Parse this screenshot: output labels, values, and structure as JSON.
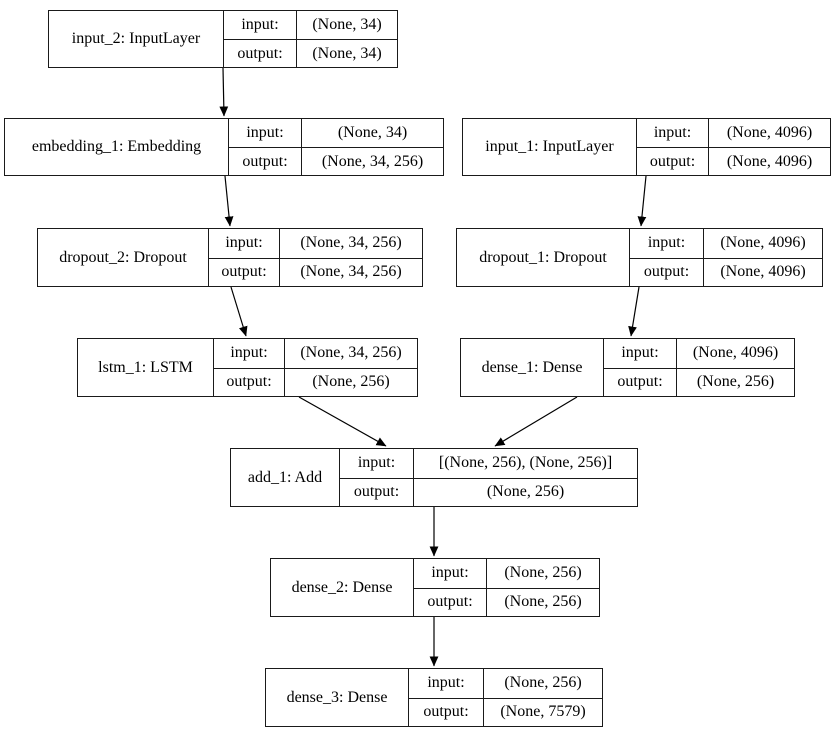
{
  "colors": {
    "background": "#ffffff",
    "border": "#1a1a1a",
    "text": "#000000"
  },
  "labels": {
    "input": "input:",
    "output": "output:"
  },
  "nodes": [
    {
      "id": "input_2",
      "title": "input_2: InputLayer",
      "layer_name": "input_2",
      "layer_type": "InputLayer",
      "input_shape": "(None, 34)",
      "output_shape": "(None, 34)"
    },
    {
      "id": "embedding_1",
      "title": "embedding_1: Embedding",
      "layer_name": "embedding_1",
      "layer_type": "Embedding",
      "input_shape": "(None, 34)",
      "output_shape": "(None, 34, 256)"
    },
    {
      "id": "input_1",
      "title": "input_1: InputLayer",
      "layer_name": "input_1",
      "layer_type": "InputLayer",
      "input_shape": "(None, 4096)",
      "output_shape": "(None, 4096)"
    },
    {
      "id": "dropout_2",
      "title": "dropout_2: Dropout",
      "layer_name": "dropout_2",
      "layer_type": "Dropout",
      "input_shape": "(None, 34, 256)",
      "output_shape": "(None, 34, 256)"
    },
    {
      "id": "dropout_1",
      "title": "dropout_1: Dropout",
      "layer_name": "dropout_1",
      "layer_type": "Dropout",
      "input_shape": "(None, 4096)",
      "output_shape": "(None, 4096)"
    },
    {
      "id": "lstm_1",
      "title": "lstm_1: LSTM",
      "layer_name": "lstm_1",
      "layer_type": "LSTM",
      "input_shape": "(None, 34, 256)",
      "output_shape": "(None, 256)"
    },
    {
      "id": "dense_1",
      "title": "dense_1: Dense",
      "layer_name": "dense_1",
      "layer_type": "Dense",
      "input_shape": "(None, 4096)",
      "output_shape": "(None, 256)"
    },
    {
      "id": "add_1",
      "title": "add_1: Add",
      "layer_name": "add_1",
      "layer_type": "Add",
      "input_shape": "[(None, 256), (None, 256)]",
      "output_shape": "(None, 256)"
    },
    {
      "id": "dense_2",
      "title": "dense_2: Dense",
      "layer_name": "dense_2",
      "layer_type": "Dense",
      "input_shape": "(None, 256)",
      "output_shape": "(None, 256)"
    },
    {
      "id": "dense_3",
      "title": "dense_3: Dense",
      "layer_name": "dense_3",
      "layer_type": "Dense",
      "input_shape": "(None, 256)",
      "output_shape": "(None, 7579)"
    }
  ],
  "edges": [
    {
      "from": "input_2",
      "to": "embedding_1"
    },
    {
      "from": "embedding_1",
      "to": "dropout_2"
    },
    {
      "from": "input_1",
      "to": "dropout_1"
    },
    {
      "from": "dropout_2",
      "to": "lstm_1"
    },
    {
      "from": "dropout_1",
      "to": "dense_1"
    },
    {
      "from": "lstm_1",
      "to": "add_1"
    },
    {
      "from": "dense_1",
      "to": "add_1"
    },
    {
      "from": "add_1",
      "to": "dense_2"
    },
    {
      "from": "dense_2",
      "to": "dense_3"
    }
  ]
}
